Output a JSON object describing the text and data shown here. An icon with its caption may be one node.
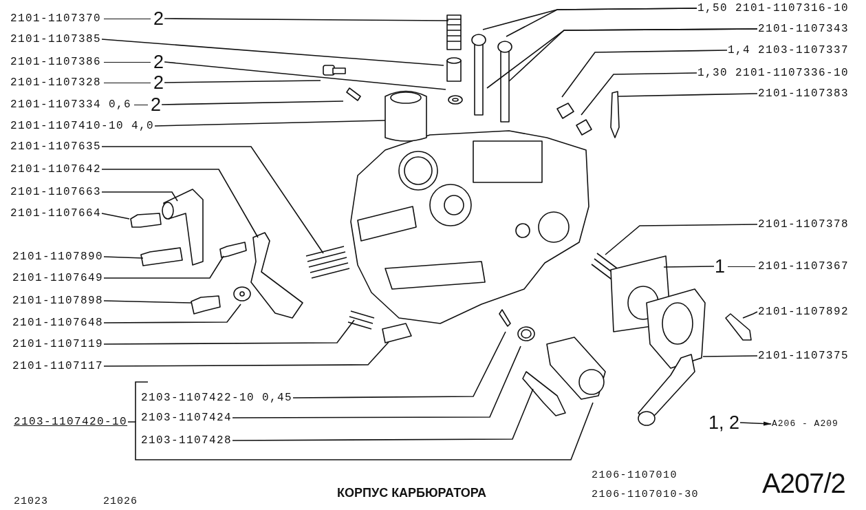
{
  "diagram": {
    "title": "КОРПУС КАРБЮРАТОРА",
    "nodes": [
      {
        "text": [
          "2101-1107370",
          "2"
        ]
      },
      {
        "text": [
          "2101-1107385"
        ]
      },
      {
        "text": [
          "2101-1107386",
          "2"
        ]
      },
      {
        "text": [
          "2101-1107328",
          "2"
        ]
      },
      {
        "text": [
          "2101-1107334 0,6",
          "2"
        ]
      },
      {
        "text": [
          "2101-1107410-10 4,0"
        ]
      },
      {
        "text": [
          "2101-1107635"
        ]
      },
      {
        "text": [
          "2101-1107642"
        ]
      },
      {
        "text": [
          "2101-1107663"
        ]
      },
      {
        "text": [
          "2101-1107664"
        ]
      },
      {
        "text": [
          "2101-1107890"
        ]
      },
      {
        "text": [
          "2101-1107649"
        ]
      },
      {
        "text": [
          "2101-1107898"
        ]
      },
      {
        "text": [
          "2101-1107648"
        ]
      },
      {
        "text": [
          "2101-1107119"
        ]
      },
      {
        "text": [
          "2101-1107117"
        ]
      },
      {
        "text": [
          "2103-1107420-10"
        ]
      },
      {
        "text": [
          "2103-1107422-10 0,45"
        ]
      },
      {
        "text": [
          "2103-1107424"
        ]
      },
      {
        "text": [
          "2103-1107428"
        ]
      },
      {
        "text": [
          "1,50 2101-1107316-10"
        ]
      },
      {
        "text": [
          "2101-1107343"
        ]
      },
      {
        "text": [
          "1,4 2103-1107337"
        ]
      },
      {
        "text": [
          "1,30 2101-1107336-10"
        ]
      },
      {
        "text": [
          "2101-1107383"
        ]
      },
      {
        "text": [
          "2101-1107378"
        ]
      },
      {
        "text": [
          "1",
          "2101-1107367"
        ]
      },
      {
        "text": [
          "2101-1107892"
        ]
      },
      {
        "text": [
          "2101-1107375"
        ]
      },
      {
        "text": [
          "1, 2"
        ]
      },
      {
        "text": [
          "A206 - A209"
        ]
      }
    ],
    "edges": [
      {
        "from": 0,
        "to": null,
        "arrow": "none"
      },
      {
        "from": 1,
        "to": null,
        "arrow": "none"
      },
      {
        "from": 2,
        "to": null,
        "arrow": "none"
      },
      {
        "from": 3,
        "to": null,
        "arrow": "none"
      },
      {
        "from": 4,
        "to": null,
        "arrow": "none"
      },
      {
        "from": 5,
        "to": null,
        "arrow": "none"
      },
      {
        "from": 6,
        "to": null,
        "arrow": "none"
      },
      {
        "from": 7,
        "to": null,
        "arrow": "none"
      },
      {
        "from": 8,
        "to": null,
        "arrow": "none"
      },
      {
        "from": 9,
        "to": null,
        "arrow": "none"
      },
      {
        "from": 10,
        "to": null,
        "arrow": "none"
      },
      {
        "from": 11,
        "to": null,
        "arrow": "none"
      },
      {
        "from": 12,
        "to": null,
        "arrow": "none"
      },
      {
        "from": 13,
        "to": null,
        "arrow": "none"
      },
      {
        "from": 14,
        "to": null,
        "arrow": "none"
      },
      {
        "from": 15,
        "to": null,
        "arrow": "none"
      },
      {
        "from": 16,
        "to": null,
        "arrow": "none"
      },
      {
        "from": 17,
        "to": null,
        "arrow": "none"
      },
      {
        "from": 18,
        "to": null,
        "arrow": "none"
      },
      {
        "from": 19,
        "to": null,
        "arrow": "none"
      },
      {
        "from": 20,
        "to": null,
        "arrow": "none"
      },
      {
        "from": 20,
        "to": null,
        "arrow": "none"
      },
      {
        "from": 21,
        "to": null,
        "arrow": "none"
      },
      {
        "from": 21,
        "to": null,
        "arrow": "none"
      },
      {
        "from": 22,
        "to": null,
        "arrow": "none"
      },
      {
        "from": 23,
        "to": null,
        "arrow": "none"
      },
      {
        "from": 24,
        "to": null,
        "arrow": "none"
      },
      {
        "from": 25,
        "to": null,
        "arrow": "none"
      },
      {
        "from": 26,
        "to": null,
        "arrow": "none"
      },
      {
        "from": 27,
        "to": null,
        "arrow": "none"
      },
      {
        "from": 28,
        "to": null,
        "arrow": "none"
      },
      {
        "from": 29,
        "to": 30,
        "arrow": "to"
      }
    ],
    "labels": [
      "21023",
      "21026",
      "2106-1107010",
      "2106-1107010-30",
      "A207/2"
    ]
  }
}
